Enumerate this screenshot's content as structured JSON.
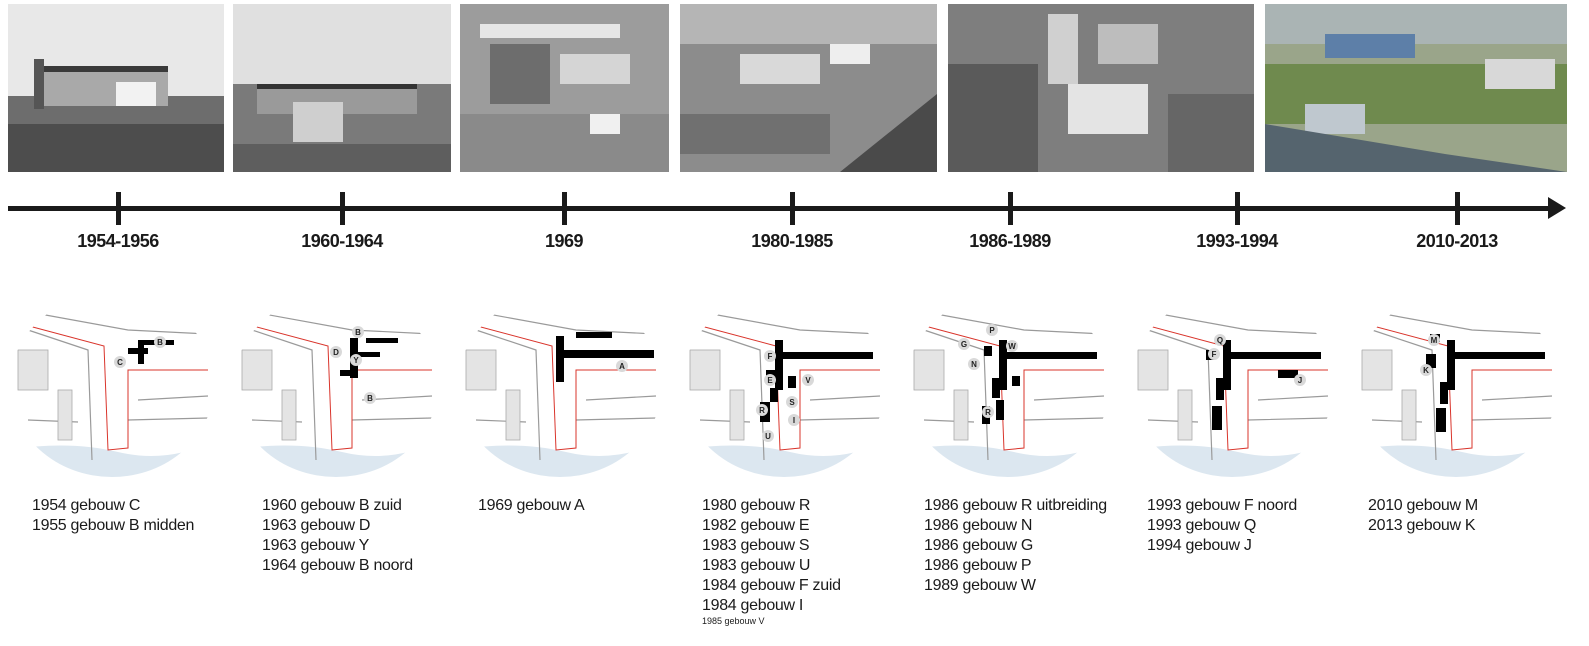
{
  "timeline": {
    "periods": [
      {
        "label": "1954-1956",
        "markers": [
          "C",
          "B"
        ],
        "entries": [
          "1954 gebouw C",
          "1955 gebouw B midden"
        ]
      },
      {
        "label": "1960-1964",
        "markers": [
          "B",
          "D",
          "Y",
          "B"
        ],
        "entries": [
          "1960 gebouw B zuid",
          "1963 gebouw D",
          "1963 gebouw Y",
          "1964 gebouw B noord"
        ]
      },
      {
        "label": "1969",
        "markers": [
          "A"
        ],
        "entries": [
          "1969 gebouw A"
        ]
      },
      {
        "label": "1980-1985",
        "markers": [
          "F",
          "E",
          "V",
          "S",
          "R",
          "I",
          "U"
        ],
        "entries": [
          "1980 gebouw R",
          "1982 gebouw E",
          "1983 gebouw S",
          "1983 gebouw U",
          "1984 gebouw F zuid",
          "1984 gebouw I"
        ],
        "footnote": "1985 gebouw V"
      },
      {
        "label": "1986-1989",
        "markers": [
          "P",
          "G",
          "W",
          "N",
          "R"
        ],
        "entries": [
          "1986 gebouw R uitbreiding",
          "1986 gebouw N",
          "1986 gebouw G",
          "1986 gebouw P",
          "1989 gebouw W"
        ]
      },
      {
        "label": "1993-1994",
        "markers": [
          "Q",
          "F",
          "J"
        ],
        "entries": [
          "1993 gebouw F noord",
          "1993 gebouw Q",
          "1994 gebouw J"
        ]
      },
      {
        "label": "2010-2013",
        "markers": [
          "M",
          "K"
        ],
        "entries": [
          "2010 gebouw M",
          "2013 gebouw K"
        ]
      }
    ]
  },
  "colors": {
    "timeline": "#1a1a1a",
    "site_boundary": "#d9342b",
    "building": "#000000",
    "water": "#dce7f0",
    "marker_circle": "#d9d9d9"
  }
}
